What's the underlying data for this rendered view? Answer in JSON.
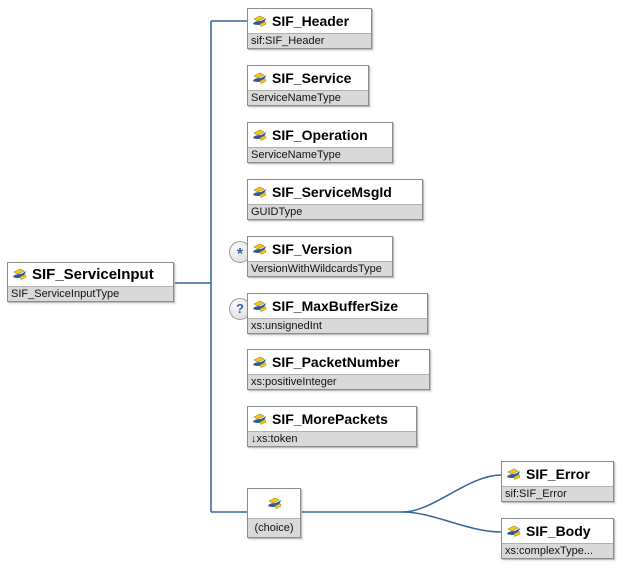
{
  "diagram": {
    "root": {
      "label": "SIF_ServiceInput",
      "type": "SIF_ServiceInputType"
    },
    "children": [
      {
        "label": "SIF_Header",
        "type": "sif:SIF_Header"
      },
      {
        "label": "SIF_Service",
        "type": "ServiceNameType"
      },
      {
        "label": "SIF_Operation",
        "type": "ServiceNameType"
      },
      {
        "label": "SIF_ServiceMsgId",
        "type": "GUIDType"
      },
      {
        "label": "SIF_Version",
        "type": "VersionWithWildcardsType",
        "occurrence": "*"
      },
      {
        "label": "SIF_MaxBufferSize",
        "type": "xs:unsignedInt",
        "occurrence": "?"
      },
      {
        "label": "SIF_PacketNumber",
        "type": "xs:positiveInteger"
      },
      {
        "label": "SIF_MorePackets",
        "type": "↓xs:token"
      }
    ],
    "choice": {
      "label": "(choice)"
    },
    "choice_children": [
      {
        "label": "SIF_Error",
        "type": "sif:SIF_Error"
      },
      {
        "label": "SIF_Body",
        "type": "xs:complexType..."
      }
    ],
    "colors": {
      "connector": "#36659c",
      "subtitle_bg": "#d9d9d9",
      "occurrence_glyph": "#3465a4",
      "icon_yellow": "#f3c819",
      "icon_blue": "#2a57a0"
    }
  }
}
